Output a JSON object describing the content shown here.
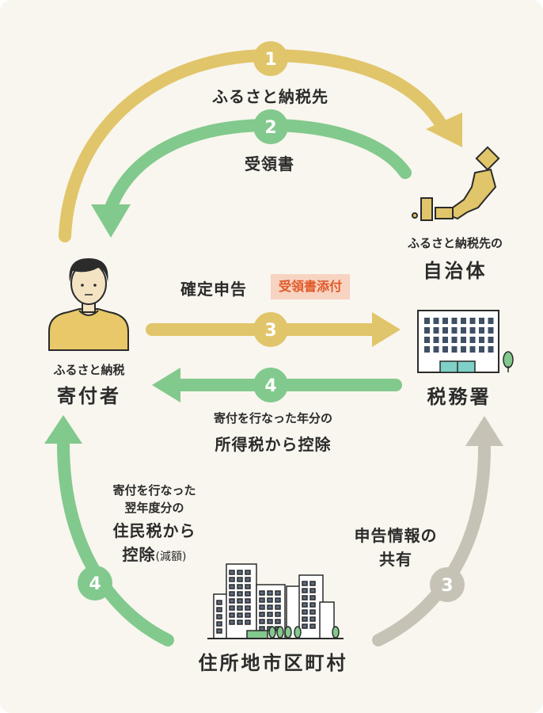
{
  "colors": {
    "background": "#f8f6ee",
    "yellow": "#e1c56a",
    "green": "#82c98d",
    "gray": "#c6c3b6",
    "note_bg": "#f7d3c1",
    "note_text": "#e05a2a",
    "shirt": "#e8c869"
  },
  "icons": {
    "donor": "person-icon",
    "municipality": "japan-map-icon",
    "tax_office": "office-building-icon",
    "local_city": "city-buildings-icon"
  },
  "flows": [
    {
      "id": "flow-1",
      "badge": "1",
      "label": "ふるさと納税先",
      "color": "yellow"
    },
    {
      "id": "flow-2",
      "badge": "2",
      "label": "受領書",
      "color": "green"
    },
    {
      "id": "flow-3a",
      "badge": "3",
      "label": "確定申告",
      "color": "yellow",
      "note": "受領書添付"
    },
    {
      "id": "flow-4a",
      "badge": "4",
      "label_line1": "寄付を行なった年分の",
      "label_line2": "所得税から控除",
      "color": "green"
    },
    {
      "id": "flow-4b",
      "badge": "4",
      "label_line1": "寄付を行なった",
      "label_line2": "翌年度分の",
      "label_line3": "住民税から",
      "label_line4": "控除",
      "label_suffix": "(減額)",
      "color": "green"
    },
    {
      "id": "flow-3b",
      "badge": "3",
      "label_line1": "申告情報の",
      "label_line2": "共有",
      "color": "gray"
    }
  ],
  "nodes": {
    "donor": {
      "caption": "ふるさと納税",
      "title": "寄付者"
    },
    "municipality": {
      "caption": "ふるさと納税先の",
      "title": "自治体"
    },
    "tax_office": {
      "title": "税務署"
    },
    "local_city": {
      "title": "住所地市区町村"
    }
  }
}
